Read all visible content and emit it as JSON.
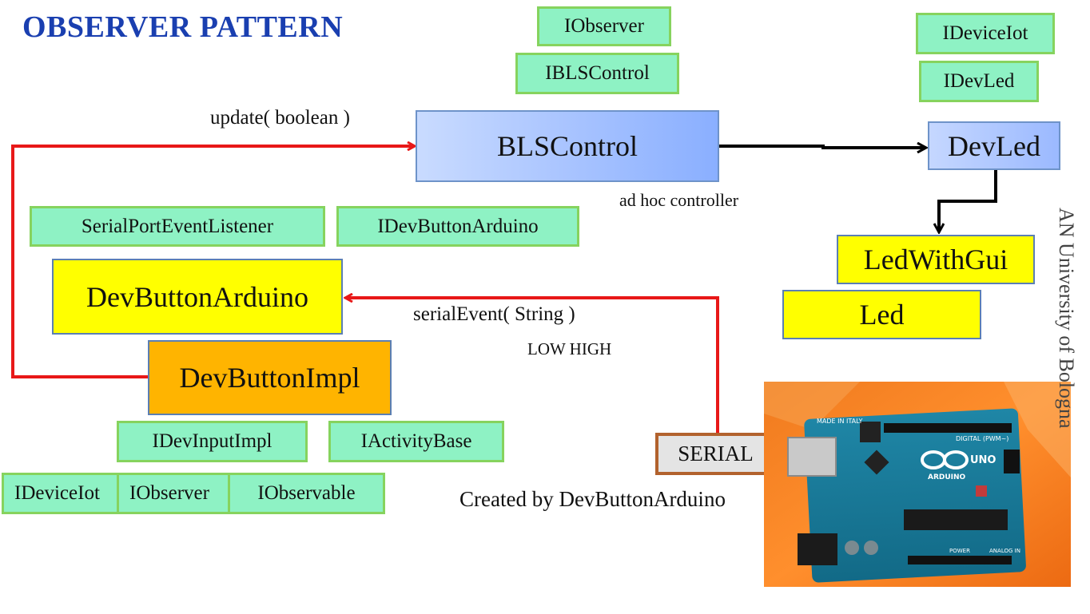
{
  "title": "OBSERVER PATTERN",
  "side_text": "AN University of Bologna",
  "boxes": {
    "iobserver_top": "IObserver",
    "iblscontrol": "IBLSControl",
    "ideviceiot_top": "IDeviceIot",
    "idevled": "IDevLed",
    "blscontrol": "BLSControl",
    "devled": "DevLed",
    "ledwithgui": "LedWithGui",
    "led": "Led",
    "serialporteventlistener": "SerialPortEventListener",
    "idevbuttonarduino": "IDevButtonArduino",
    "devbuttonarduino": "DevButtonArduino",
    "devbuttonimpl": "DevButtonImpl",
    "idevinputimpl": "IDevInputImpl",
    "iactivitybase": "IActivityBase",
    "ideviceiot_bottom": "IDeviceIot",
    "iobserver_bottom": "IObserver",
    "iobservable": "IObservable",
    "serial": "SERIAL"
  },
  "labels": {
    "update": "update( boolean )",
    "adhoc": "ad hoc controller",
    "serialevent": "serialEvent( String )",
    "lowhigh": "LOW HIGH",
    "created_by": "Created by DevButtonArduino"
  },
  "board": {
    "made_in": "MADE IN ITALY",
    "digital": "DIGITAL (PWM~)",
    "uno": "UNO",
    "arduino": "ARDUINO",
    "power": "POWER",
    "analog_in": "ANALOG IN"
  },
  "colors": {
    "arrow_red": "#e81818",
    "arrow_black": "#000000",
    "title_blue": "#1a3fb0",
    "interface_green": "#8ef2c4",
    "class_yellow": "#ffff00",
    "impl_orange": "#ffb400"
  }
}
